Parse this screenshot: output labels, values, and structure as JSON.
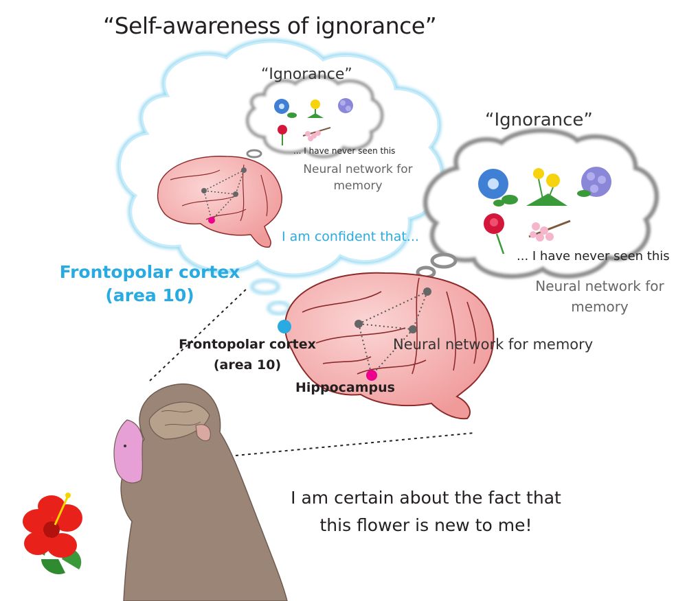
{
  "title": "“Self-awareness of ignorance”",
  "small_thought": {
    "heading": "“Ignorance”",
    "caption": "... I have never seen this",
    "network_label": "Neural network for memory"
  },
  "big_thought": {
    "heading": "“Ignorance”",
    "caption": "... I have never seen this",
    "network_label": "Neural network for memory"
  },
  "confidence_text": "I am confident that...",
  "frontopolar_blue": "Frontopolar cortex (area 10)",
  "brain": {
    "frontopolar_label": "Frontopolar cortex (area 10)",
    "network_label": "Neural network for memory",
    "hippocampus_label": "Hippocampus"
  },
  "statement": "I am certain about the fact that this flower is new to me!",
  "colors": {
    "cloud_blue": "#9fdcf2",
    "cloud_gray": "#9a9a9a",
    "brain_fill": "#f4b3b3",
    "brain_outline": "#8c2a2a",
    "frontopolar_dot": "#29abe2",
    "hippocampus_dot": "#ec008c",
    "monkey_fur": "#9b8577",
    "monkey_face": "#e6a0d6",
    "accent_text": "#29abe2"
  }
}
